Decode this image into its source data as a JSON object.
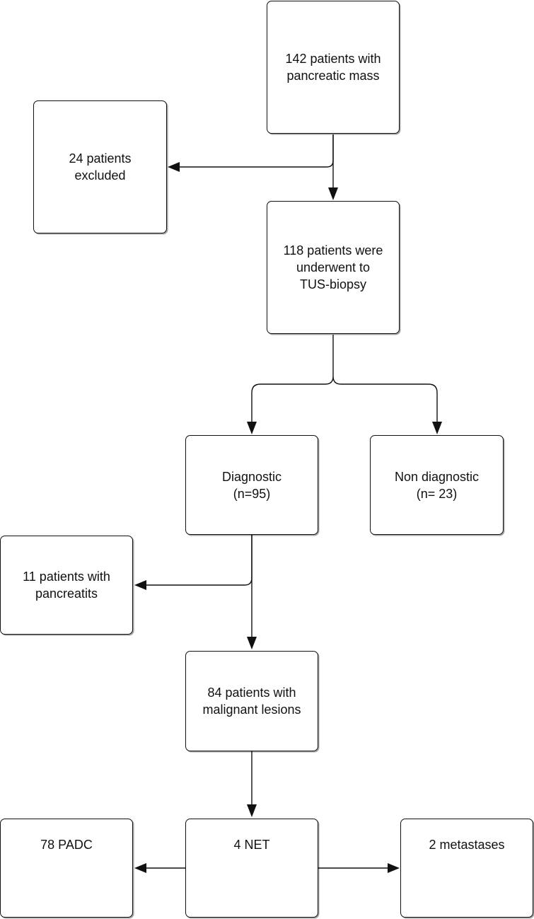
{
  "nodes": {
    "total": {
      "label": "142 patients with\npancreatic mass"
    },
    "excluded": {
      "label": "24 patients\nexcluded"
    },
    "biopsy": {
      "label": "118 patients were\nunderwent to\nTUS-biopsy"
    },
    "diagnostic": {
      "label": "Diagnostic\n(n=95)"
    },
    "non_diagnostic": {
      "label": "Non diagnostic\n(n= 23)"
    },
    "pancreatitis": {
      "label": "11 patients with\npancreatits"
    },
    "malignant": {
      "label": "84 patients with\nmalignant lesions"
    },
    "padc": {
      "label": "78 PADC"
    },
    "net": {
      "label": "4 NET"
    },
    "metastases": {
      "label": "2 metastases"
    }
  },
  "edges": [
    {
      "from": "total",
      "to": "excluded"
    },
    {
      "from": "total",
      "to": "biopsy"
    },
    {
      "from": "biopsy",
      "to": "diagnostic"
    },
    {
      "from": "biopsy",
      "to": "non_diagnostic"
    },
    {
      "from": "diagnostic",
      "to": "pancreatitis"
    },
    {
      "from": "diagnostic",
      "to": "malignant"
    },
    {
      "from": "malignant",
      "to": "net"
    },
    {
      "from": "net",
      "to": "padc"
    },
    {
      "from": "net",
      "to": "metastases"
    }
  ],
  "colors": {
    "stroke": "#111111",
    "text": "#111111",
    "background": "#ffffff"
  }
}
